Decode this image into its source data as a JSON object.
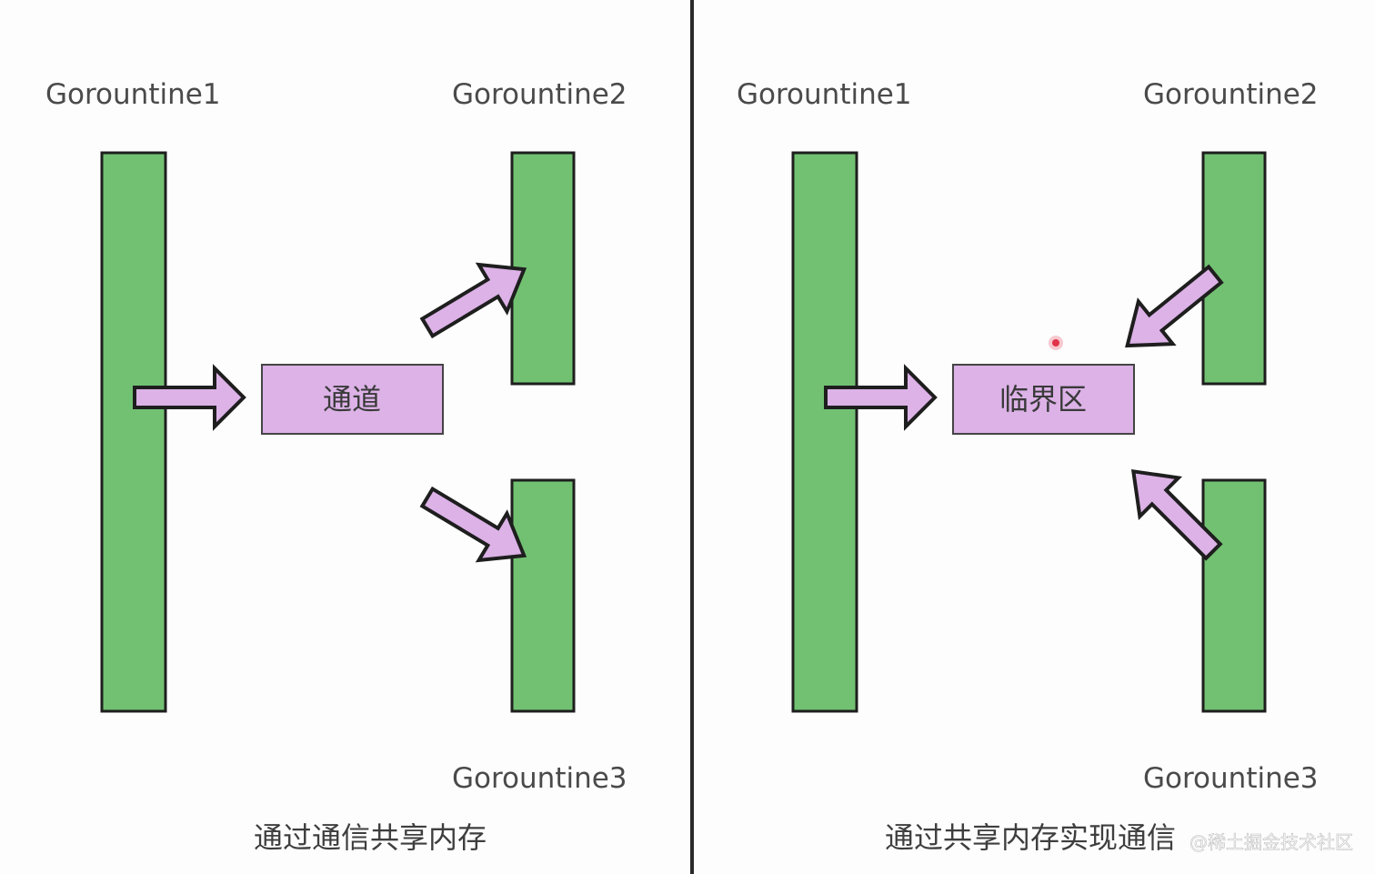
{
  "left_panel": {
    "goroutine1_label": "Gorountine1",
    "goroutine2_label": "Gorountine2",
    "goroutine3_label": "Gorountine3",
    "center_box_label": "通道",
    "caption": "通过通信共享内存"
  },
  "right_panel": {
    "goroutine1_label": "Gorountine1",
    "goroutine2_label": "Gorountine2",
    "goroutine3_label": "Gorountine3",
    "center_box_label": "临界区",
    "caption": "通过共享内存实现通信"
  },
  "watermark": "@稀土掘金技术社区",
  "colors": {
    "goroutine_bar": "#72c172",
    "box_and_arrow": "#dcb2e7",
    "divider": "#2a2a2a",
    "background": "#fdfdfd",
    "pointer_dot": "#e0334a"
  }
}
